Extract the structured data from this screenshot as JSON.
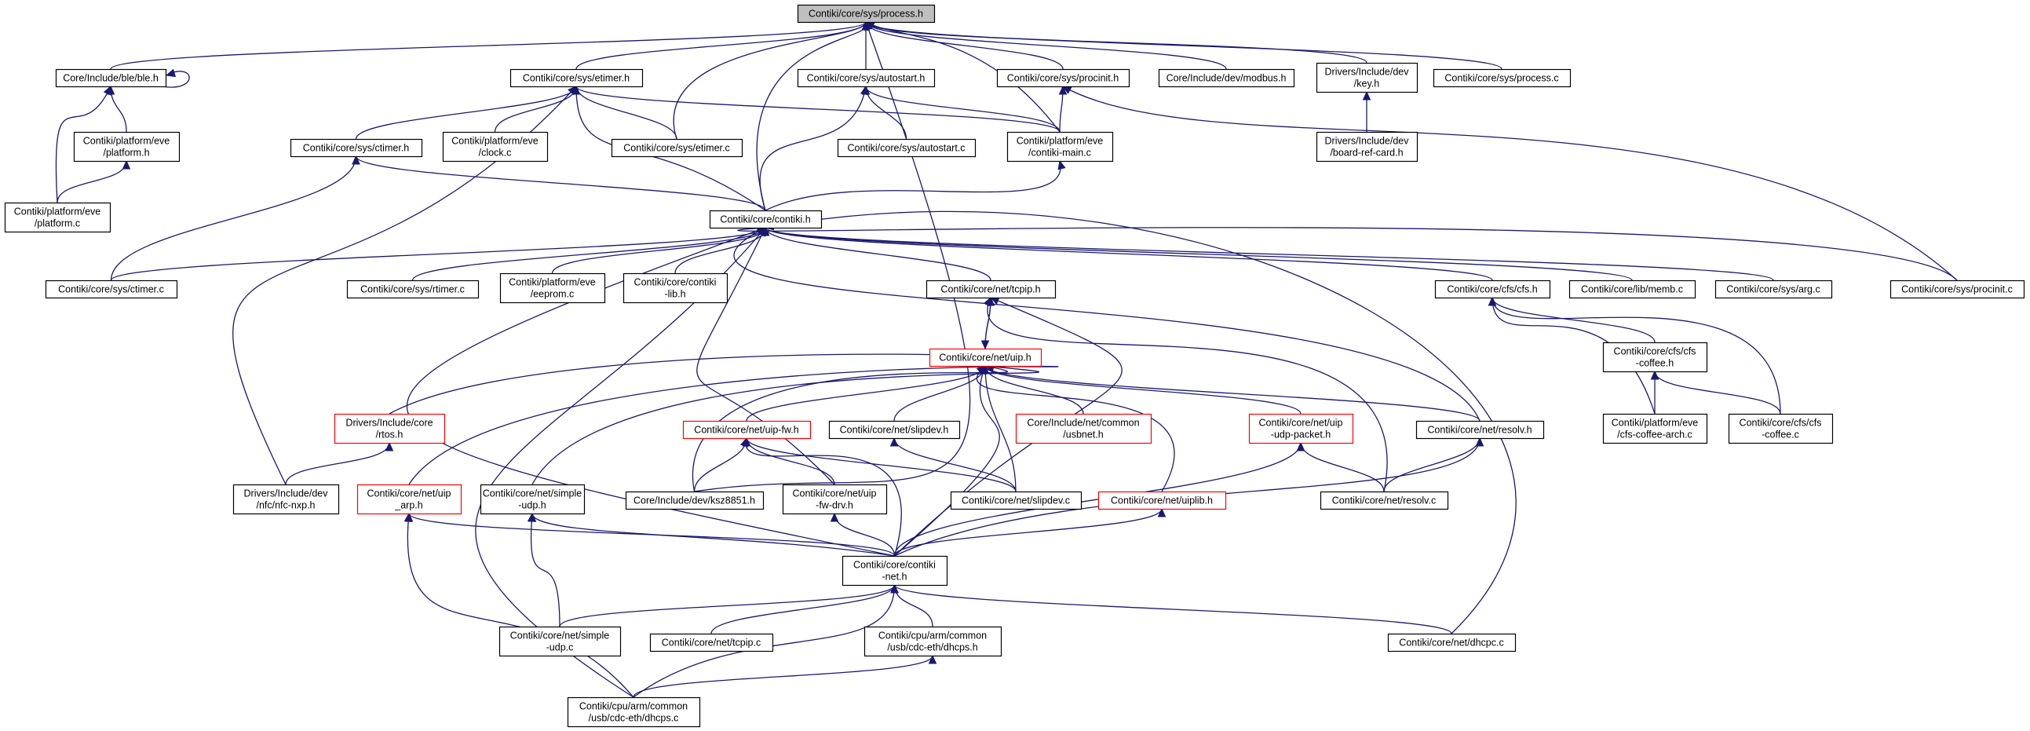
{
  "graph": {
    "colors": {
      "edge": "#191970",
      "node_border": "#000000",
      "node_border_incomplete": "#ff0000",
      "root_fill": "#bfbfbf"
    },
    "nodes": [
      {
        "id": "root",
        "lines": [
          "Contiki/core/sys/process.h"
        ],
        "style": "highlight"
      },
      {
        "id": "ble",
        "lines": [
          "Core/Include/ble/ble.h"
        ]
      },
      {
        "id": "etimer_h",
        "lines": [
          "Contiki/core/sys/etimer.h"
        ]
      },
      {
        "id": "autostart_h",
        "lines": [
          "Contiki/core/sys/autostart.h"
        ]
      },
      {
        "id": "procinit_h",
        "lines": [
          "Contiki/core/sys/procinit.h"
        ]
      },
      {
        "id": "modbus",
        "lines": [
          "Core/Include/dev/modbus.h"
        ]
      },
      {
        "id": "key_h",
        "lines": [
          "Drivers/Include/dev",
          "/key.h"
        ]
      },
      {
        "id": "process_c",
        "lines": [
          "Contiki/core/sys/process.c"
        ]
      },
      {
        "id": "eve_platform_h",
        "lines": [
          "Contiki/platform/eve",
          "/platform.h"
        ]
      },
      {
        "id": "eve_platform_c",
        "lines": [
          "Contiki/platform/eve",
          "/platform.c"
        ]
      },
      {
        "id": "ctimer_h",
        "lines": [
          "Contiki/core/sys/ctimer.h"
        ]
      },
      {
        "id": "eve_clock",
        "lines": [
          "Contiki/platform/eve",
          "/clock.c"
        ]
      },
      {
        "id": "etimer_c",
        "lines": [
          "Contiki/core/sys/etimer.c"
        ]
      },
      {
        "id": "autostart_c",
        "lines": [
          "Contiki/core/sys/autostart.c"
        ]
      },
      {
        "id": "contiki_main",
        "lines": [
          "Contiki/platform/eve",
          "/contiki-main.c"
        ]
      },
      {
        "id": "board_ref",
        "lines": [
          "Drivers/Include/dev",
          "/board-ref-card.h"
        ]
      },
      {
        "id": "contiki_h",
        "lines": [
          "Contiki/core/contiki.h"
        ]
      },
      {
        "id": "ctimer_c",
        "lines": [
          "Contiki/core/sys/ctimer.c"
        ]
      },
      {
        "id": "rtimer_c",
        "lines": [
          "Contiki/core/sys/rtimer.c"
        ]
      },
      {
        "id": "eeprom",
        "lines": [
          "Contiki/platform/eve",
          "/eeprom.c"
        ]
      },
      {
        "id": "contiki_lib",
        "lines": [
          "Contiki/core/contiki",
          "-lib.h"
        ]
      },
      {
        "id": "tcpip_h",
        "lines": [
          "Contiki/core/net/tcpip.h"
        ]
      },
      {
        "id": "cfs_h",
        "lines": [
          "Contiki/core/cfs/cfs.h"
        ]
      },
      {
        "id": "memb",
        "lines": [
          "Contiki/core/lib/memb.c"
        ]
      },
      {
        "id": "arg_c",
        "lines": [
          "Contiki/core/sys/arg.c"
        ]
      },
      {
        "id": "procinit_c",
        "lines": [
          "Contiki/core/sys/procinit.c"
        ]
      },
      {
        "id": "uip_h",
        "lines": [
          "Contiki/core/net/uip.h"
        ],
        "style": "red"
      },
      {
        "id": "coffee_h",
        "lines": [
          "Contiki/core/cfs/cfs",
          "-coffee.h"
        ]
      },
      {
        "id": "rtos",
        "lines": [
          "Drivers/Include/core",
          "/rtos.h"
        ],
        "style": "red"
      },
      {
        "id": "uip_fw_h",
        "lines": [
          "Contiki/core/net/uip-fw.h"
        ],
        "style": "red"
      },
      {
        "id": "slipdev_h",
        "lines": [
          "Contiki/core/net/slipdev.h"
        ]
      },
      {
        "id": "usbnet",
        "lines": [
          "Core/Include/net/common",
          "/usbnet.h"
        ],
        "style": "red"
      },
      {
        "id": "udp_packet",
        "lines": [
          "Contiki/core/net/uip",
          "-udp-packet.h"
        ],
        "style": "red"
      },
      {
        "id": "resolv_h",
        "lines": [
          "Contiki/core/net/resolv.h"
        ]
      },
      {
        "id": "coffee_arch",
        "lines": [
          "Contiki/platform/eve",
          "/cfs-coffee-arch.c"
        ]
      },
      {
        "id": "coffee_c",
        "lines": [
          "Contiki/core/cfs/cfs",
          "-coffee.c"
        ]
      },
      {
        "id": "nfc_nxp",
        "lines": [
          "Drivers/Include/dev",
          "/nfc/nfc-nxp.h"
        ]
      },
      {
        "id": "uip_arp",
        "lines": [
          "Contiki/core/net/uip",
          "_arp.h"
        ],
        "style": "red"
      },
      {
        "id": "simple_udp_h",
        "lines": [
          "Contiki/core/net/simple",
          "-udp.h"
        ]
      },
      {
        "id": "ksz8851",
        "lines": [
          "Core/Include/dev/ksz8851.h"
        ]
      },
      {
        "id": "uip_fw_drv",
        "lines": [
          "Contiki/core/net/uip",
          "-fw-drv.h"
        ]
      },
      {
        "id": "slipdev_c",
        "lines": [
          "Contiki/core/net/slipdev.c"
        ]
      },
      {
        "id": "uiplib",
        "lines": [
          "Contiki/core/net/uiplib.h"
        ],
        "style": "red"
      },
      {
        "id": "resolv_c",
        "lines": [
          "Contiki/core/net/resolv.c"
        ]
      },
      {
        "id": "contiki_net",
        "lines": [
          "Contiki/core/contiki",
          "-net.h"
        ]
      },
      {
        "id": "simple_udp_c",
        "lines": [
          "Contiki/core/net/simple",
          "-udp.c"
        ]
      },
      {
        "id": "tcpip_c",
        "lines": [
          "Contiki/core/net/tcpip.c"
        ]
      },
      {
        "id": "dhcps_h",
        "lines": [
          "Contiki/cpu/arm/common",
          "/usb/cdc-eth/dhcps.h"
        ]
      },
      {
        "id": "dhcpc",
        "lines": [
          "Contiki/core/net/dhcpc.c"
        ]
      },
      {
        "id": "dhcps_c",
        "lines": [
          "Contiki/cpu/arm/common",
          "/usb/cdc-eth/dhcps.c"
        ]
      }
    ],
    "edges": [
      [
        "ble",
        "root"
      ],
      [
        "etimer_h",
        "root"
      ],
      [
        "autostart_h",
        "root"
      ],
      [
        "procinit_h",
        "root"
      ],
      [
        "modbus",
        "root"
      ],
      [
        "key_h",
        "root"
      ],
      [
        "process_c",
        "root"
      ],
      [
        "etimer_c",
        "root"
      ],
      [
        "contiki_main",
        "root"
      ],
      [
        "contiki_h",
        "root"
      ],
      [
        "ksz8851",
        "root"
      ],
      [
        "ble",
        "ble"
      ],
      [
        "eve_platform_h",
        "ble"
      ],
      [
        "eve_platform_c",
        "ble"
      ],
      [
        "eve_platform_c",
        "eve_platform_h"
      ],
      [
        "ctimer_h",
        "etimer_h"
      ],
      [
        "eve_clock",
        "etimer_h"
      ],
      [
        "etimer_c",
        "etimer_h"
      ],
      [
        "contiki_h",
        "etimer_h"
      ],
      [
        "contiki_main",
        "etimer_h"
      ],
      [
        "nfc_nxp",
        "etimer_h"
      ],
      [
        "autostart_c",
        "autostart_h"
      ],
      [
        "contiki_main",
        "autostart_h"
      ],
      [
        "contiki_h",
        "autostart_h"
      ],
      [
        "contiki_main",
        "procinit_h"
      ],
      [
        "procinit_c",
        "procinit_h"
      ],
      [
        "board_ref",
        "key_h"
      ],
      [
        "ctimer_c",
        "ctimer_h"
      ],
      [
        "contiki_h",
        "ctimer_h"
      ],
      [
        "contiki_h",
        "contiki_main"
      ],
      [
        "ctimer_c",
        "contiki_h"
      ],
      [
        "rtimer_c",
        "contiki_h"
      ],
      [
        "eeprom",
        "contiki_h"
      ],
      [
        "contiki_lib",
        "contiki_h"
      ],
      [
        "tcpip_h",
        "contiki_h"
      ],
      [
        "cfs_h",
        "contiki_h"
      ],
      [
        "memb",
        "contiki_h"
      ],
      [
        "arg_c",
        "contiki_h"
      ],
      [
        "procinit_c",
        "contiki_h"
      ],
      [
        "resolv_h",
        "contiki_h"
      ],
      [
        "dhcpc",
        "contiki_h"
      ],
      [
        "contiki_net",
        "contiki_h"
      ],
      [
        "dhcps_c",
        "contiki_h"
      ],
      [
        "uip_fw_drv",
        "contiki_h"
      ],
      [
        "uip_h",
        "tcpip_h"
      ],
      [
        "tcpip_h",
        "uip_h"
      ],
      [
        "resolv_c",
        "tcpip_h"
      ],
      [
        "contiki_net",
        "tcpip_h"
      ],
      [
        "rtos",
        "uip_h"
      ],
      [
        "uip_fw_h",
        "uip_h"
      ],
      [
        "slipdev_h",
        "uip_h"
      ],
      [
        "usbnet",
        "uip_h"
      ],
      [
        "udp_packet",
        "uip_h"
      ],
      [
        "resolv_h",
        "uip_h"
      ],
      [
        "uip_arp",
        "uip_h"
      ],
      [
        "simple_udp_h",
        "uip_h"
      ],
      [
        "ksz8851",
        "uip_h"
      ],
      [
        "slipdev_c",
        "uip_h"
      ],
      [
        "uiplib",
        "uip_h"
      ],
      [
        "contiki_net",
        "uip_h"
      ],
      [
        "nfc_nxp",
        "rtos"
      ],
      [
        "ksz8851",
        "uip_fw_h"
      ],
      [
        "uip_fw_drv",
        "uip_fw_h"
      ],
      [
        "slipdev_c",
        "uip_fw_h"
      ],
      [
        "contiki_net",
        "uip_fw_h"
      ],
      [
        "slipdev_c",
        "slipdev_h"
      ],
      [
        "resolv_c",
        "udp_packet"
      ],
      [
        "contiki_net",
        "udp_packet"
      ],
      [
        "resolv_c",
        "resolv_h"
      ],
      [
        "contiki_net",
        "resolv_h"
      ],
      [
        "coffee_h",
        "cfs_h"
      ],
      [
        "coffee_arch",
        "cfs_h"
      ],
      [
        "coffee_c",
        "cfs_h"
      ],
      [
        "coffee_arch",
        "coffee_h"
      ],
      [
        "coffee_c",
        "coffee_h"
      ],
      [
        "contiki_net",
        "uip_arp"
      ],
      [
        "dhcps_c",
        "uip_arp"
      ],
      [
        "contiki_net",
        "simple_udp_h"
      ],
      [
        "simple_udp_c",
        "simple_udp_h"
      ],
      [
        "contiki_net",
        "uip_fw_drv"
      ],
      [
        "contiki_net",
        "uiplib"
      ],
      [
        "simple_udp_c",
        "contiki_net"
      ],
      [
        "tcpip_c",
        "contiki_net"
      ],
      [
        "dhcps_h",
        "contiki_net"
      ],
      [
        "dhcpc",
        "contiki_net"
      ],
      [
        "dhcps_c",
        "contiki_net"
      ],
      [
        "dhcps_c",
        "dhcps_h"
      ]
    ]
  }
}
